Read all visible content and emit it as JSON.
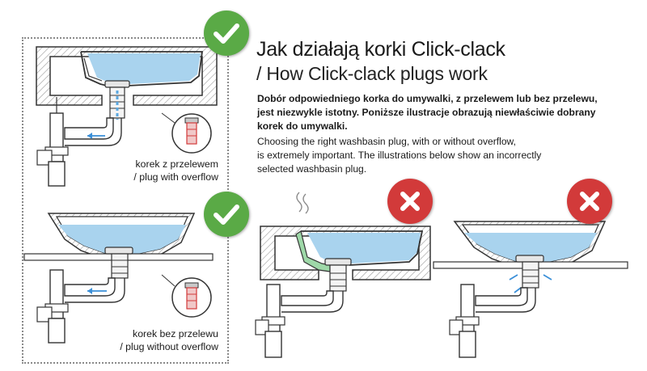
{
  "title": {
    "pl": "Jak działają korki Click-clack",
    "en": "/ How Click-clack plugs work"
  },
  "description": {
    "pl_lines": [
      "Dobór odpowiedniego korka do umywalki, z przelewem lub bez przelewu,",
      "jest niezwykle istotny. Poniższe ilustracje obrazują niewłaściwie dobrany",
      "korek do umywalki."
    ],
    "en_lines": [
      "Choosing the right washbasin plug, with or without overflow,",
      "is extremely important. The illustrations below show an incorrectly",
      "selected washbasin plug."
    ]
  },
  "examples": [
    {
      "caption_pl": "korek z przelewem",
      "caption_en": "/ plug with overflow",
      "status": "correct"
    },
    {
      "caption_pl": "korek bez przelewu",
      "caption_en": "/ plug without overflow",
      "status": "correct"
    }
  ],
  "incorrect_examples": [
    {
      "status": "incorrect"
    },
    {
      "status": "incorrect"
    }
  ],
  "icons": {
    "correct": "check-icon",
    "incorrect": "cross-icon"
  },
  "colors": {
    "correct": "#5aaa46",
    "incorrect": "#d23a3a",
    "water": "#a9d3ee",
    "overflow_water": "#9ed8a8",
    "plug_accent": "#d23a3a"
  }
}
